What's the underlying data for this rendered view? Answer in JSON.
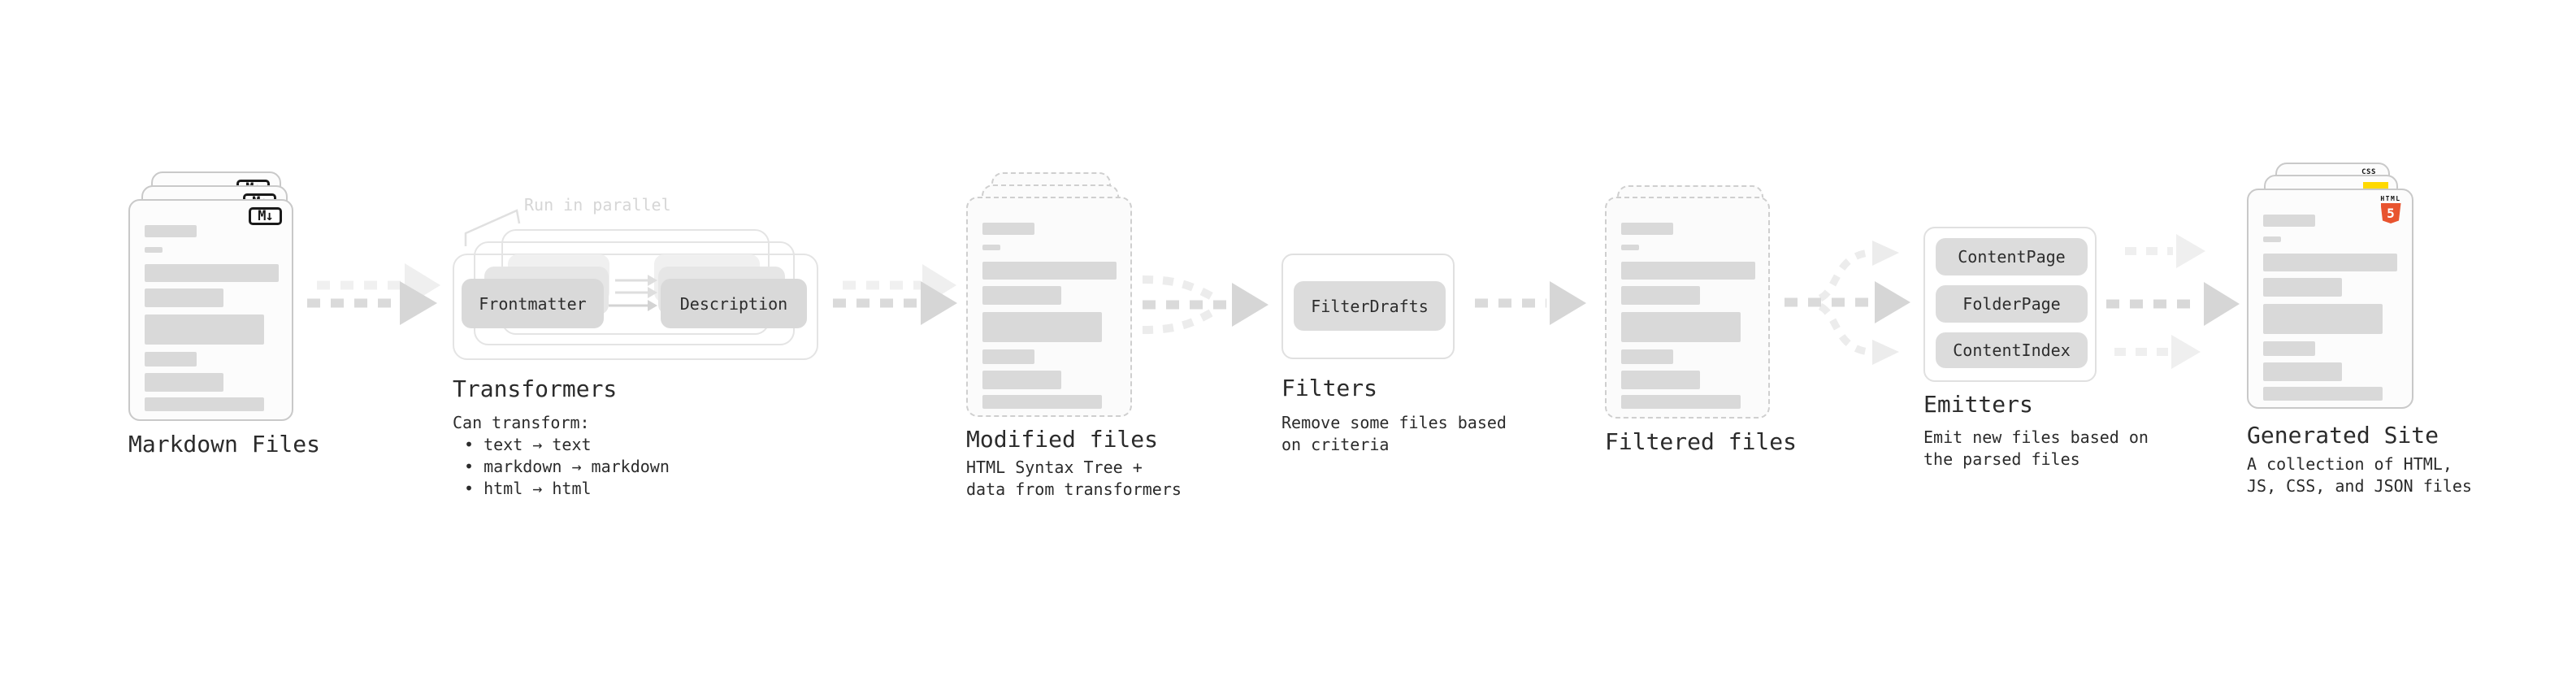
{
  "stages": {
    "markdown": {
      "label": "Markdown Files",
      "badge": "M↓"
    },
    "transformers": {
      "label": "Transformers",
      "annotation": "Run in parallel",
      "pill_left": "Frontmatter",
      "pill_right": "Description",
      "desc": [
        "Can transform:",
        "• text → text",
        "• markdown → markdown",
        "• html → html"
      ]
    },
    "modified": {
      "label": "Modified files",
      "desc": [
        "HTML Syntax Tree +",
        "data from transformers"
      ]
    },
    "filters": {
      "label": "Filters",
      "pill": "FilterDrafts",
      "desc": [
        "Remove some files based",
        "on criteria"
      ]
    },
    "filtered": {
      "label": "Filtered files"
    },
    "emitters": {
      "label": "Emitters",
      "pills": [
        "ContentPage",
        "FolderPage",
        "ContentIndex"
      ],
      "desc": [
        "Emit new files based on",
        "the parsed files"
      ]
    },
    "generated": {
      "label": "Generated Site",
      "desc": [
        "A collection of HTML,",
        "JS, CSS, and JSON files"
      ],
      "badges": {
        "css": "CSS",
        "html5_word": "HTML",
        "html5_numeral": "5"
      }
    }
  },
  "colors": {
    "css_blue": "#2b5fe3",
    "js_yellow": "#ffd900",
    "html5_orange": "#e8542f",
    "placeholder_gray": "#d9d9d9"
  }
}
